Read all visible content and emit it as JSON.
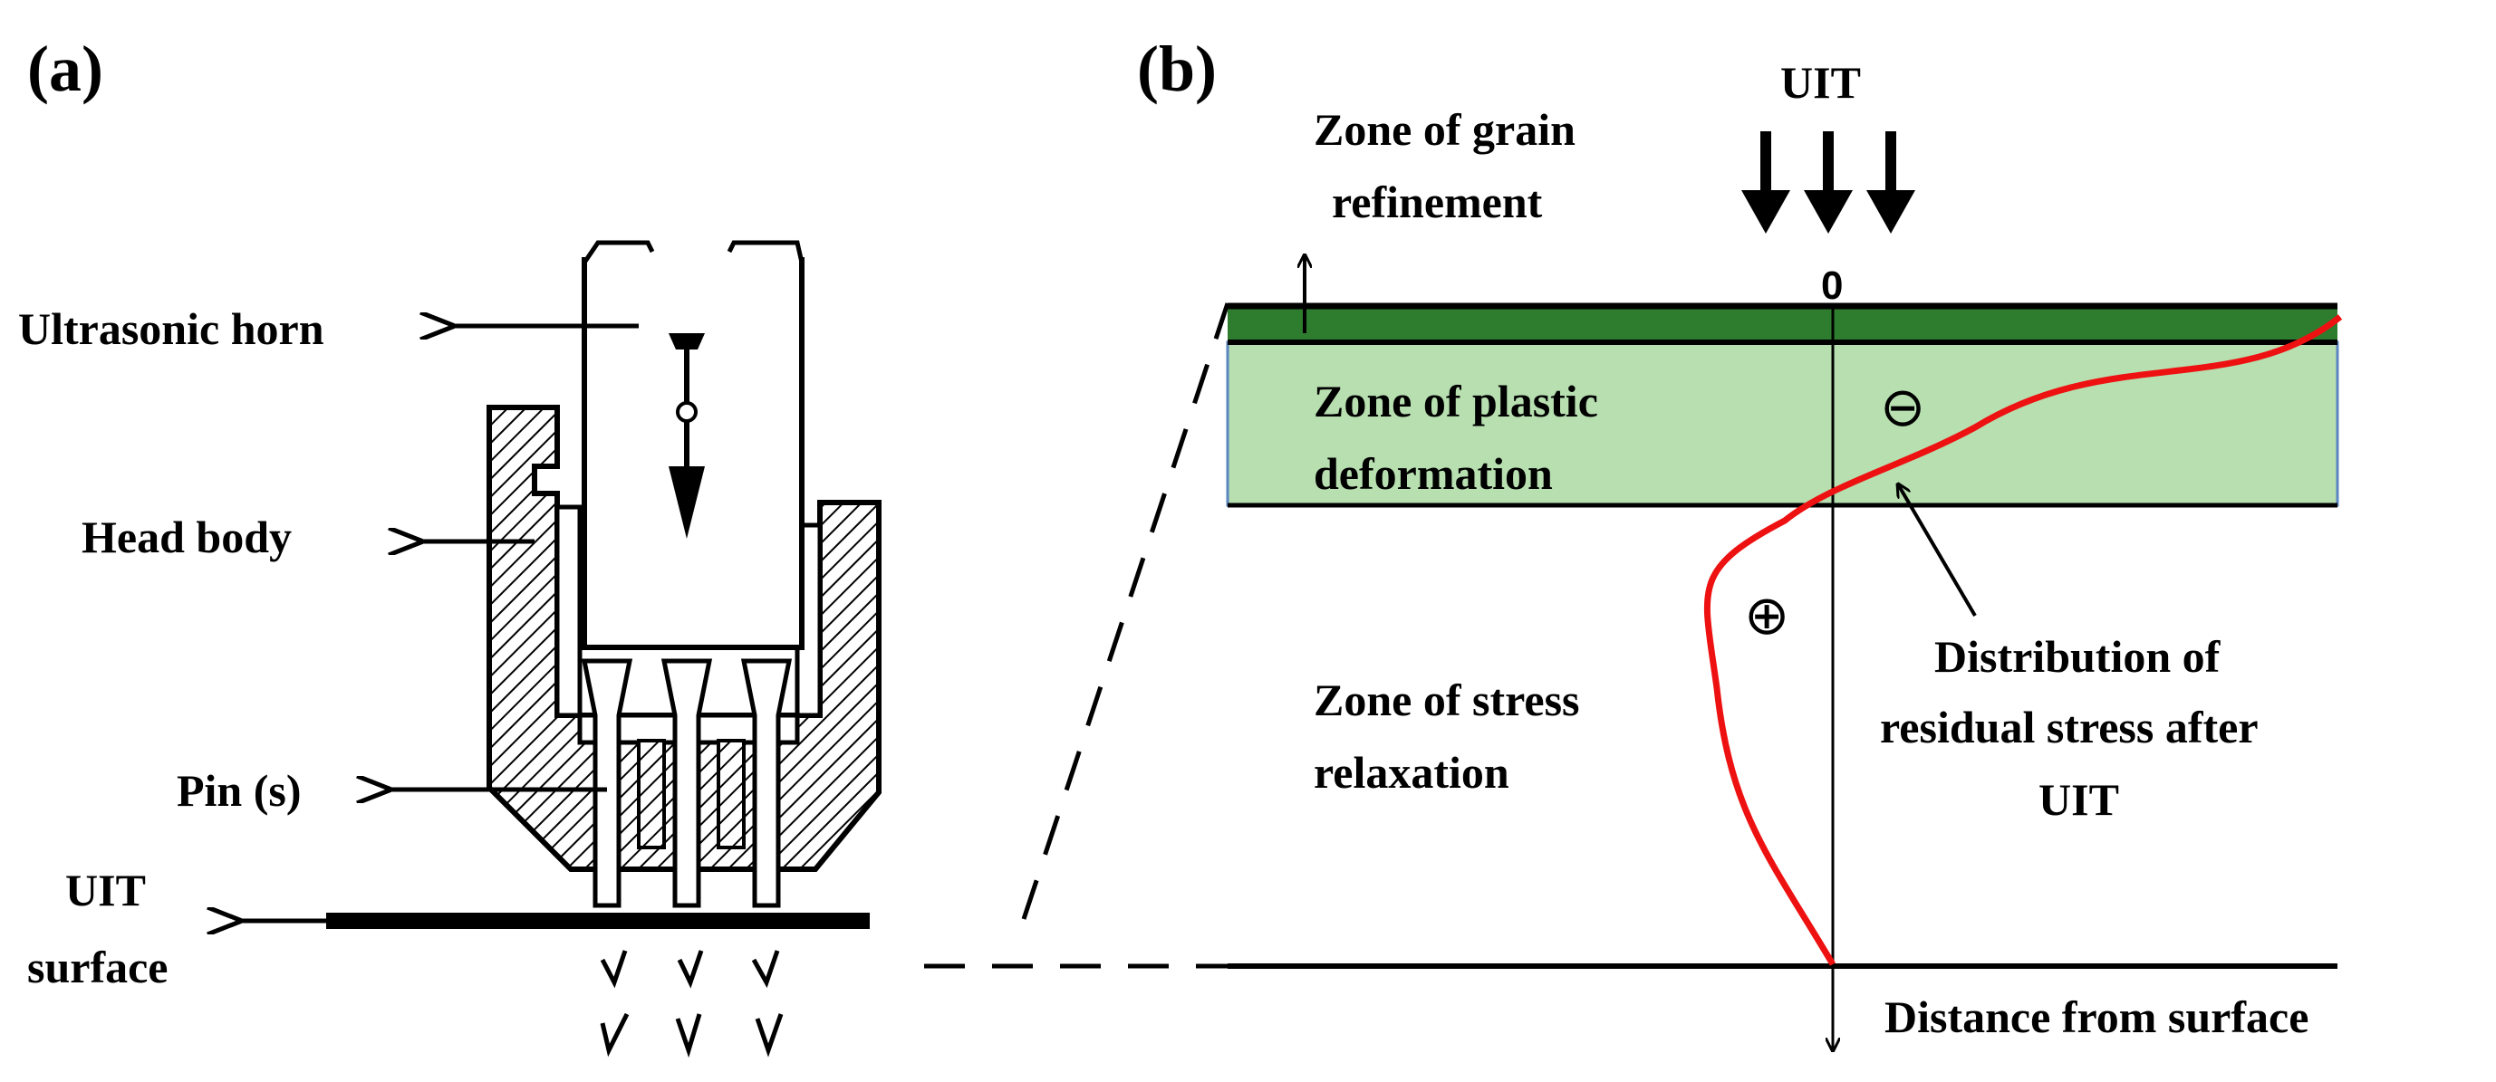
{
  "panel_a": {
    "tag": "(a)",
    "labels": {
      "horn": "Ultrasonic horn",
      "head": "Head body",
      "pins": "Pin (s)",
      "surface_1": "UIT",
      "surface_2": "surface"
    }
  },
  "panel_b": {
    "tag": "(b)",
    "uit": "UIT",
    "zero": "0",
    "zones": {
      "grain_1": "Zone of grain",
      "grain_2": "refinement",
      "plastic_1": "Zone of plastic",
      "plastic_2": "deformation",
      "relax_1": "Zone of stress",
      "relax_2": "relaxation"
    },
    "distribution": {
      "line1": "Distribution of",
      "line2": "residual stress after",
      "line3": "UIT"
    },
    "axis_label": "Distance from surface",
    "signs": {
      "negative": "⊖",
      "positive": "⊕"
    }
  },
  "colors": {
    "grain_zone": "#2e7d2e",
    "plastic_zone": "#b7dfb0",
    "curve": "#ee1111",
    "hatch": "#000000"
  }
}
